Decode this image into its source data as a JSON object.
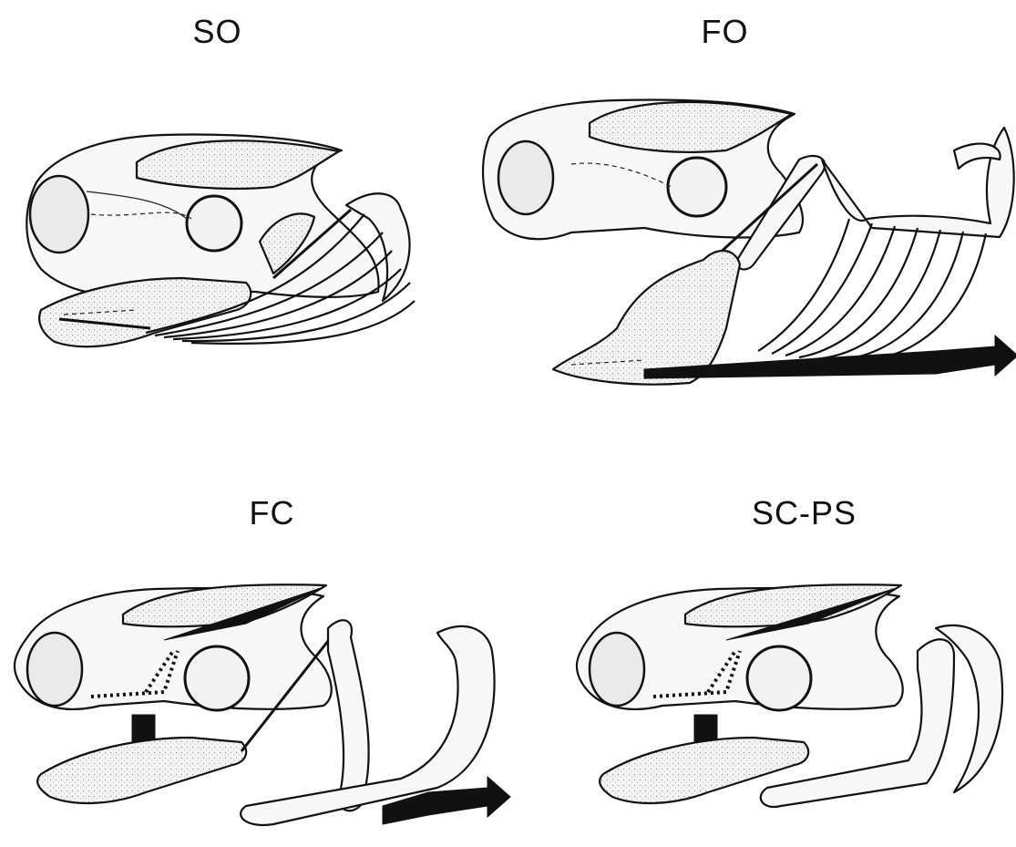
{
  "panels": [
    {
      "id": "so",
      "title": "SO"
    },
    {
      "id": "fo",
      "title": "FO"
    },
    {
      "id": "fc",
      "title": "FC"
    },
    {
      "id": "sc-ps",
      "title": "SC-PS"
    }
  ]
}
